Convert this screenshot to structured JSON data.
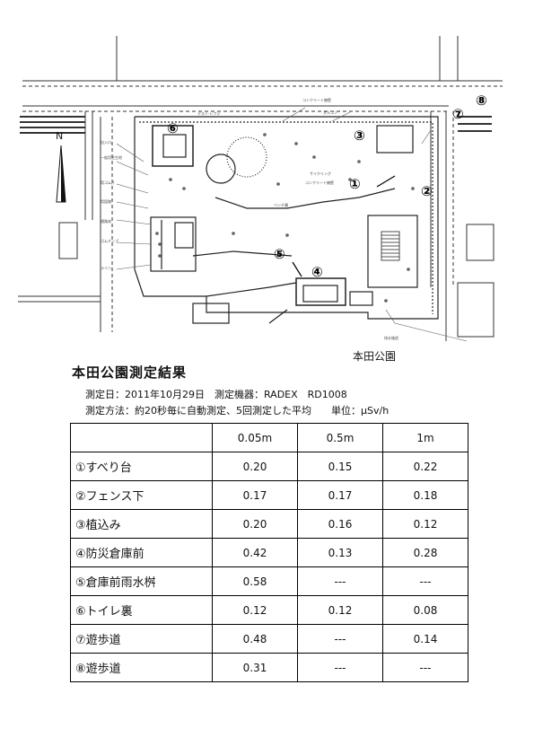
{
  "map": {
    "north_label": "N",
    "park_label": "本田公園",
    "markers": [
      {
        "label": "①"
      },
      {
        "label": "②"
      },
      {
        "label": "③"
      },
      {
        "label": "④"
      },
      {
        "label": "⑤"
      },
      {
        "label": "⑥"
      },
      {
        "label": "⑦"
      },
      {
        "label": "⑧"
      }
    ]
  },
  "document": {
    "title": "本田公園測定結果",
    "meta_line1": "測定日：2011年10月29日　測定機器：RADEX　RD1008",
    "meta_line2": "測定方法：約20秒毎に自動測定、5回測定した平均　　単位：μSv/h"
  },
  "table": {
    "headers": [
      "",
      "0.05m",
      "0.5m",
      "1m"
    ],
    "rows": [
      [
        "①すべり台",
        "0.20",
        "0.15",
        "0.22"
      ],
      [
        "②フェンス下",
        "0.17",
        "0.17",
        "0.18"
      ],
      [
        "③植込み",
        "0.20",
        "0.16",
        "0.12"
      ],
      [
        "④防災倉庫前",
        "0.42",
        "0.13",
        "0.28"
      ],
      [
        "⑤倉庫前雨水桝",
        "0.58",
        "---",
        "---"
      ],
      [
        "⑥トイレ裏",
        "0.12",
        "0.12",
        "0.08"
      ],
      [
        "⑦遊歩道",
        "0.48",
        "---",
        "0.14"
      ],
      [
        "⑧遊歩道",
        "0.31",
        "---",
        "---"
      ]
    ]
  }
}
